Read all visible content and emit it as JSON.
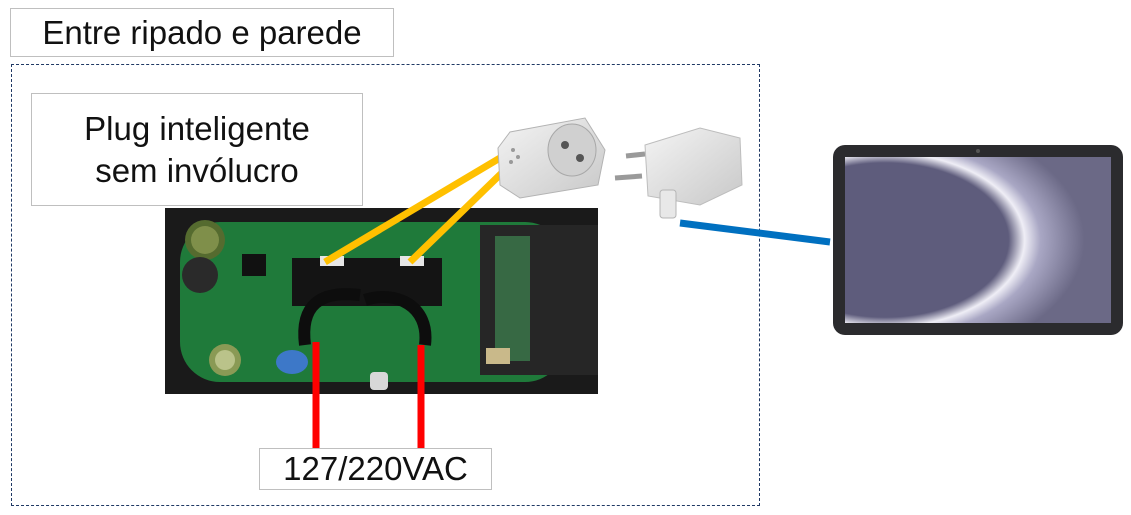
{
  "diagram": {
    "title": "Entre ripado e parede",
    "plug_label_line1": "Plug inteligente",
    "plug_label_line2": "sem invólucro",
    "voltage_label": "127/220VAC"
  },
  "colors": {
    "border": "#1f3864",
    "ac_wire": "#ff0000",
    "socket_wire": "#ffc000",
    "usb_cable": "#0070c0",
    "pcb_green": "#1f7a3a",
    "tablet_body": "#2b2b2e"
  },
  "icons": [
    "pcb-board-image",
    "socket-adapter-icon",
    "usb-charger-icon",
    "tablet-icon"
  ]
}
